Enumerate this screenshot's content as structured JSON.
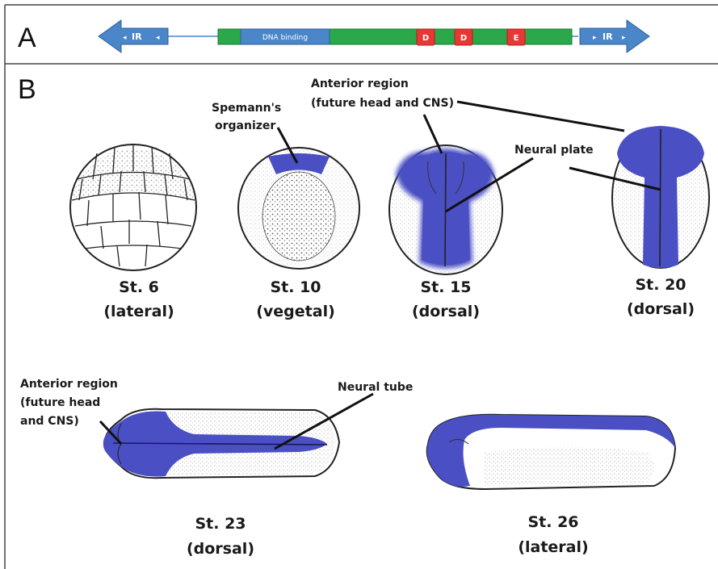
{
  "panel_a": {
    "letter": "A",
    "ir_left": "IR",
    "ir_right": "IR",
    "dna_binding": "DNA binding",
    "domains": [
      "D",
      "D",
      "E"
    ]
  },
  "panel_b": {
    "letter": "B",
    "labels": {
      "spemann_line1": "Spemann's",
      "spemann_line2": "organizer",
      "anterior_top_line1": "Anterior region",
      "anterior_top_line2": "(future head and CNS)",
      "neural_plate": "Neural plate",
      "anterior_bottom_line1": "Anterior region",
      "anterior_bottom_line2": "(future head",
      "anterior_bottom_line3": "and CNS)",
      "neural_tube": "Neural tube"
    },
    "stages": [
      {
        "name": "St. 6",
        "view": "(lateral)"
      },
      {
        "name": "St. 10",
        "view": "(vegetal)"
      },
      {
        "name": "St. 15",
        "view": "(dorsal)"
      },
      {
        "name": "St. 20",
        "view": "(dorsal)"
      },
      {
        "name": "St. 23",
        "view": "(dorsal)"
      },
      {
        "name": "St. 26",
        "view": "(lateral)"
      }
    ]
  },
  "colors": {
    "stain_blue": "#4a4fc4",
    "gene_green": "#2aa84a",
    "domain_red": "#e53935",
    "arrow_blue": "#4a86c8"
  }
}
